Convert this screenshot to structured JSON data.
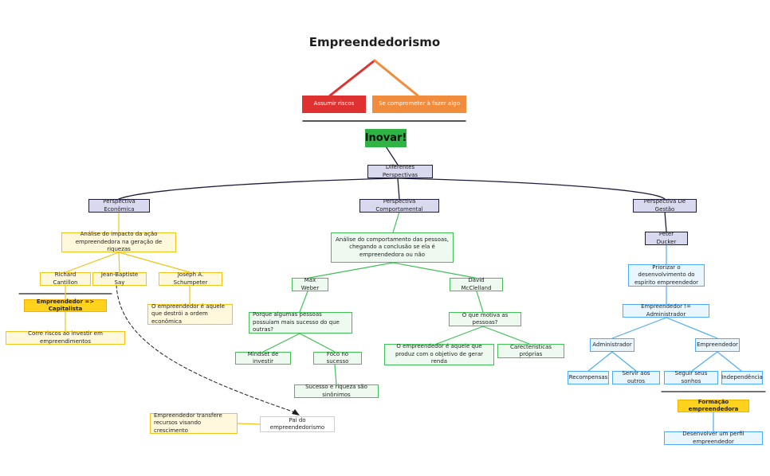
{
  "title": "Empreendedorismo",
  "nodes": {
    "assumir": "Assumir riscos",
    "comprometer": "Se comprometer à fazer algo",
    "inovar": "Inovar!",
    "diferentes": "Diferentes Perspectivas",
    "economica": "Perspectiva Econômica",
    "comportamental": "Perspectiva Comportamental",
    "gestao": "Perspectiva De Gestão",
    "analise_impacto": "Análise do impacto da ação empreendedora na geração de riquezas",
    "cantillon": "Richard Cantillon",
    "say": "Jean-Baptiste Say",
    "schumpeter": "Joseph A. Schumpeter",
    "capitalista": "Empreendedor => Capitalista",
    "corre_riscos": "Corre riscos ao investir em empreendimentos",
    "destroi": "O empreendedor é aquele que destrói a ordem econômica",
    "analise_comportamento": "Análise do comportamento das pessoas, chegando a conclusão se ela é empreendedora ou não",
    "weber": "Max Weber",
    "mcclelland": "David McClelland",
    "porque": "Porque algumas pessoas possuíam mais sucesso do que outras?",
    "mindset": "Mindset de investir",
    "foco": "Foco no sucesso",
    "sucesso_riqueza": "Sucesso e riqueza são sinônimos",
    "motiva": "O que motiva as pessoas?",
    "produz": "O empreendedor é aquele que produz com o objetivo de gerar renda",
    "caracteristicas": "Carecteristicas próprias",
    "ducker": "Peter Ducker",
    "priorizar": "Priorizar o desenvolvimento do espírito empreendedor",
    "diferente_adm": "Empreendedor != Administrador",
    "administrador": "Administrador",
    "empreendedor": "Empreendedor",
    "recompensas": "Recompensas",
    "servir": "Servir aos outros",
    "sonhos": "Seguir seus sonhos",
    "independencia": "Independência",
    "formacao": "Formação empreendedora",
    "desenvolver": "Desenvolver um perfil empreendedor",
    "transfere": "Empreendedor transfere recursos visando crescimento",
    "pai": "Pai do empreendedorismo"
  },
  "colors": {
    "red": "#e03131",
    "orange": "#f08c3c",
    "green": "#2fb344",
    "navy": "#1e1e3c",
    "yellow": "#f0c419",
    "light_green": "#40c057",
    "blue": "#4dabf7"
  }
}
